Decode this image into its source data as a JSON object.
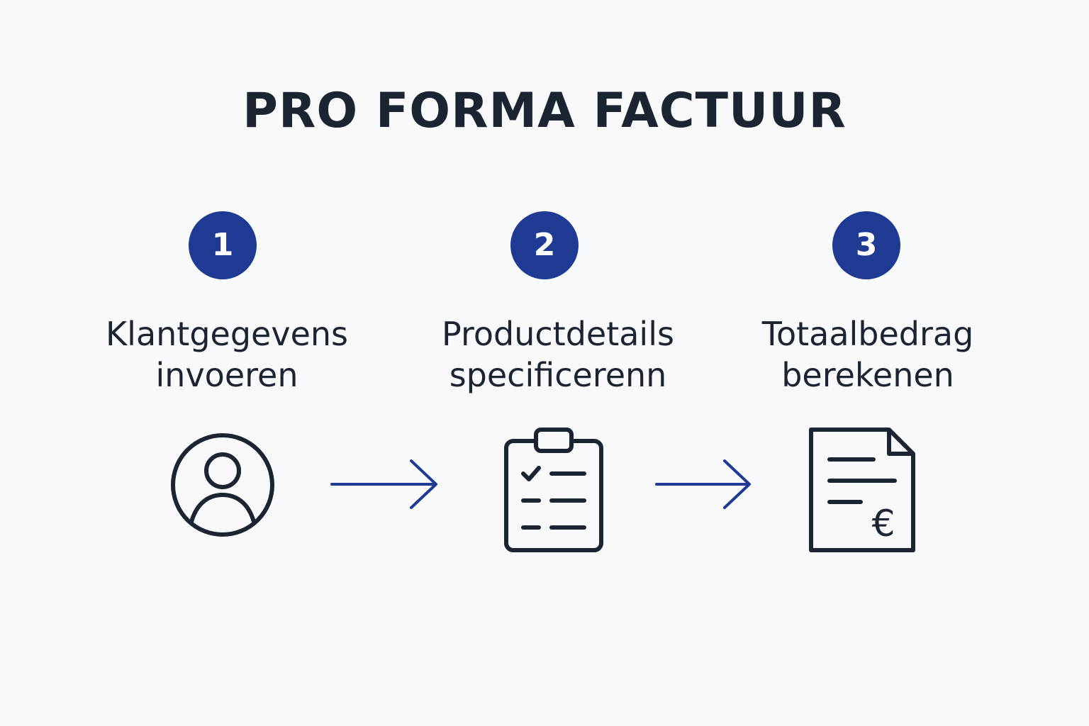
{
  "title": "PRO FORMA FACTUUR",
  "colors": {
    "accent": "#1f3a93",
    "text": "#1c2431",
    "background": "#f8f9fb"
  },
  "steps": [
    {
      "number": "1",
      "label_line1": "Klantgegevens",
      "label_line2": "invoeren",
      "icon": "user-circle-icon"
    },
    {
      "number": "2",
      "label_line1": "Productdetails",
      "label_line2": "specificerenn",
      "icon": "clipboard-checklist-icon"
    },
    {
      "number": "3",
      "label_line1": "Totaalbedrag",
      "label_line2": "berekenen",
      "icon": "invoice-euro-icon"
    }
  ],
  "connectors": [
    "arrow-right-icon",
    "arrow-right-icon"
  ],
  "euro_symbol": "€"
}
